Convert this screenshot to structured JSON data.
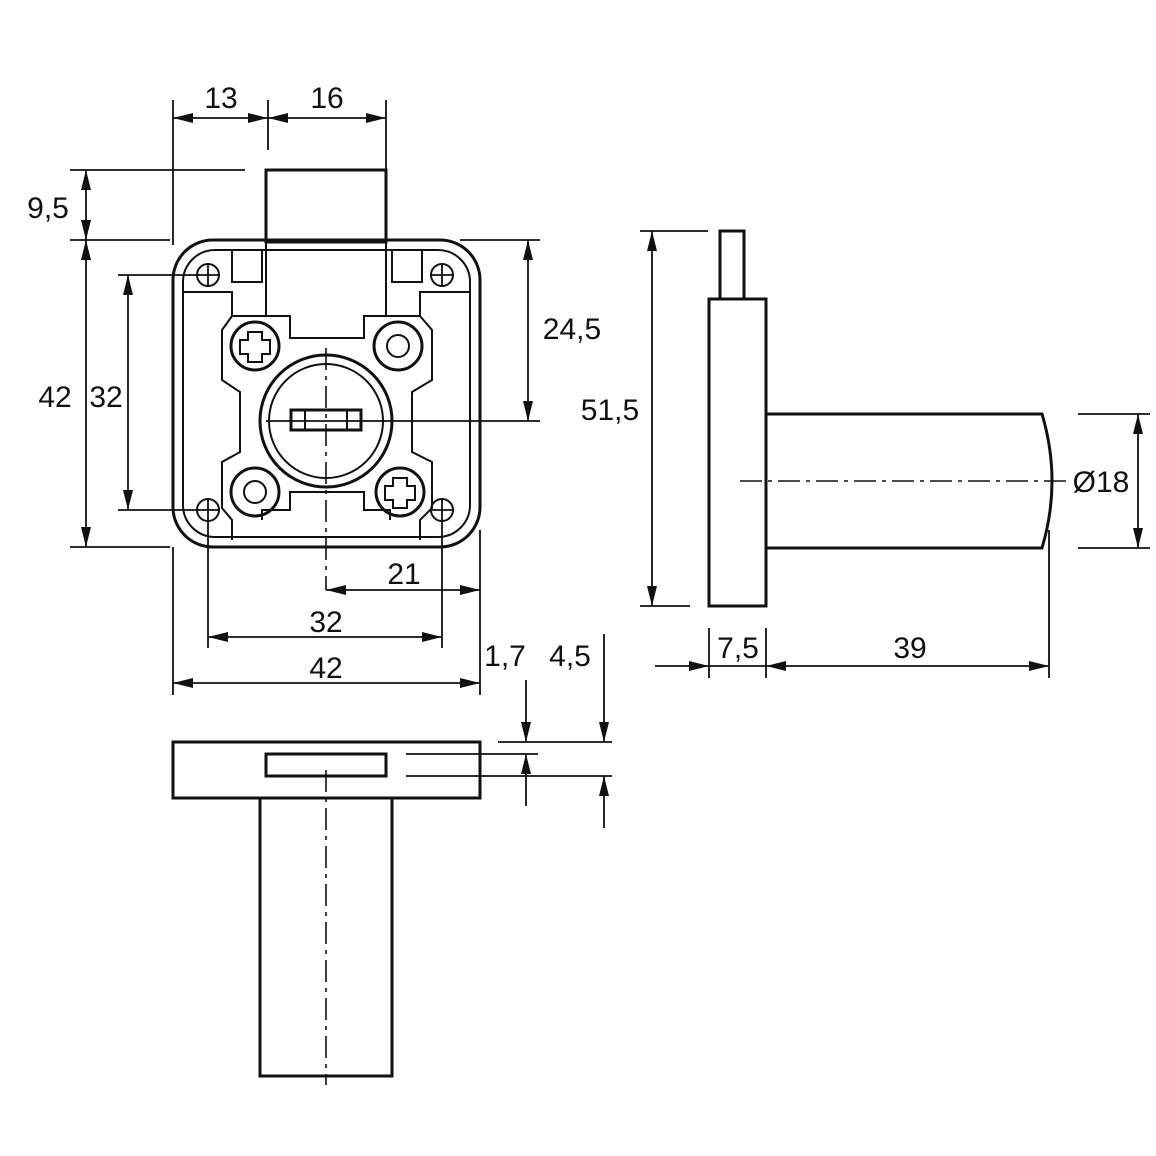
{
  "dimensions": {
    "front_width_upper_left": "13",
    "front_width_upper_right": "16",
    "bolt_height": "9,5",
    "body_height_outer": "42",
    "body_height_holes": "32",
    "axis_offset_from_top": "24,5",
    "axis_to_right_edge": "21",
    "hole_spacing": "32",
    "body_width": "42",
    "plate_thickness": "1,7",
    "slot_depth": "4,5",
    "side_total_height": "51,5",
    "flange_thickness": "7,5",
    "cylinder_length": "39",
    "cylinder_diameter": "Ø18"
  },
  "colors": {
    "line": "#111111",
    "background": "#ffffff"
  }
}
